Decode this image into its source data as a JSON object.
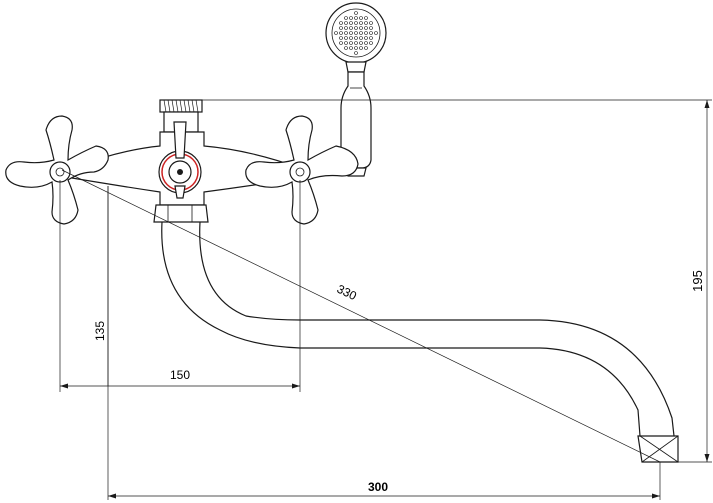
{
  "dimensions": {
    "handle_spacing": "150",
    "height_to_spout": "135",
    "diagonal": "330",
    "total_height": "195",
    "spout_reach": "300"
  },
  "colors": {
    "line": "#1a1a1a",
    "center_ring": "#cc2222",
    "background": "#ffffff"
  }
}
